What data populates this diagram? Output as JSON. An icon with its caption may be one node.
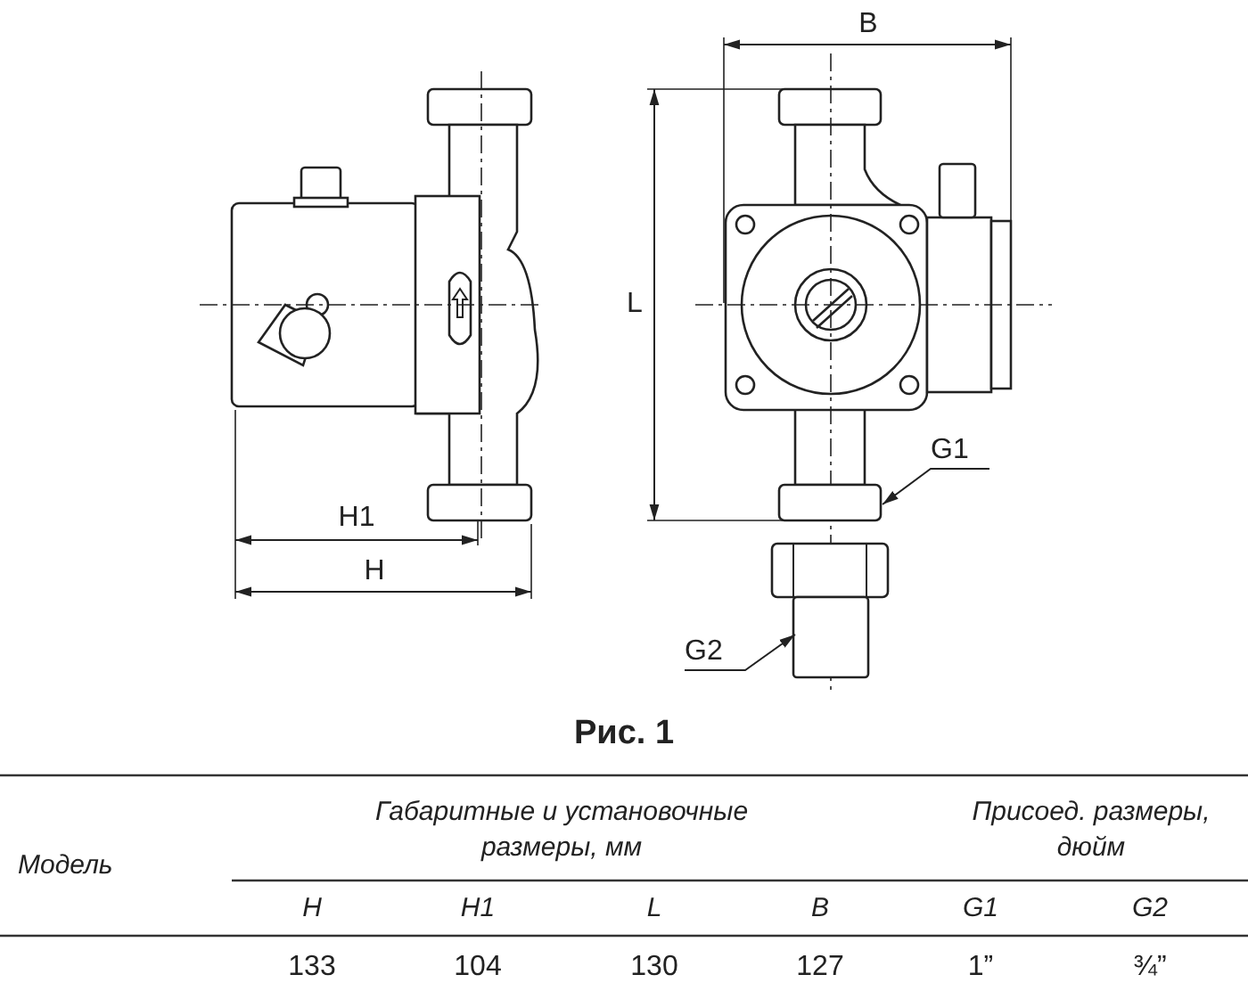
{
  "diagram": {
    "caption": "Рис. 1",
    "nodes": [
      {
        "text": [
          "G1"
        ]
      },
      {
        "text": [],
        "shape": "box"
      },
      {
        "text": [
          "G2"
        ]
      },
      {
        "text": [],
        "shape": "picture"
      }
    ],
    "edges": [
      {
        "from": 0,
        "to": 1,
        "arrow": "to"
      },
      {
        "from": 2,
        "to": 3,
        "arrow": "to"
      }
    ],
    "labels": [
      "B",
      "L",
      "H1",
      "H",
      "Модель",
      "Габаритные и установочные размеры, мм",
      "Присоед. размеры, дюйм",
      "H",
      "H1",
      "L",
      "B",
      "G1",
      "G2",
      "133",
      "104",
      "130",
      "127",
      "1”",
      "¾”"
    ]
  }
}
